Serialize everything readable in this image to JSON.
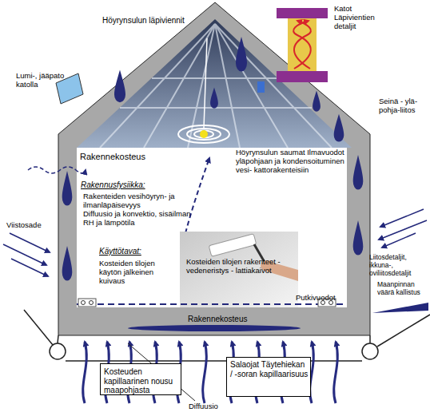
{
  "diagram": {
    "nodes": [
      {
        "text": [
          "Rakennekosteus",
          "Höyrynsulun saumat Ilmavuodot yläpohjaan ja kondensoituminen vesi- kattorakenteisiin",
          "Rakennusfysiikka:",
          "Rakenteiden vesihöyryn- ja ilmanläpäisevyys",
          "Diffuusio ja konvektio, sisäilman RH ja lämpötila",
          "Käyttötavat:",
          "Kosteiden tilojen käytön jälkeinen kuivaus",
          "Kosteiden tilojen rakenteet - vedeneristys - lattiakaivot",
          "Putkivuodot"
        ]
      },
      {
        "text": [
          "Kosteuden kapillaarinen nousu maapohjasta"
        ]
      },
      {
        "text": [
          "Salaojat Täytehiekan / -soran kapillaarisuus"
        ]
      }
    ],
    "labels": [
      "Höyrynsulun läpiviennit",
      "Katot Läpivientien detaljit",
      "Lumi-, jääpato katolla",
      "Seinä - ylä- pohja-liitos",
      "Viistosade",
      "Liitosdetaljit, ikkuna-, oviliitosdetaljit",
      "Rakennekosteus",
      "Maanpinnan väärä kallistus",
      "Diffuusio"
    ]
  }
}
